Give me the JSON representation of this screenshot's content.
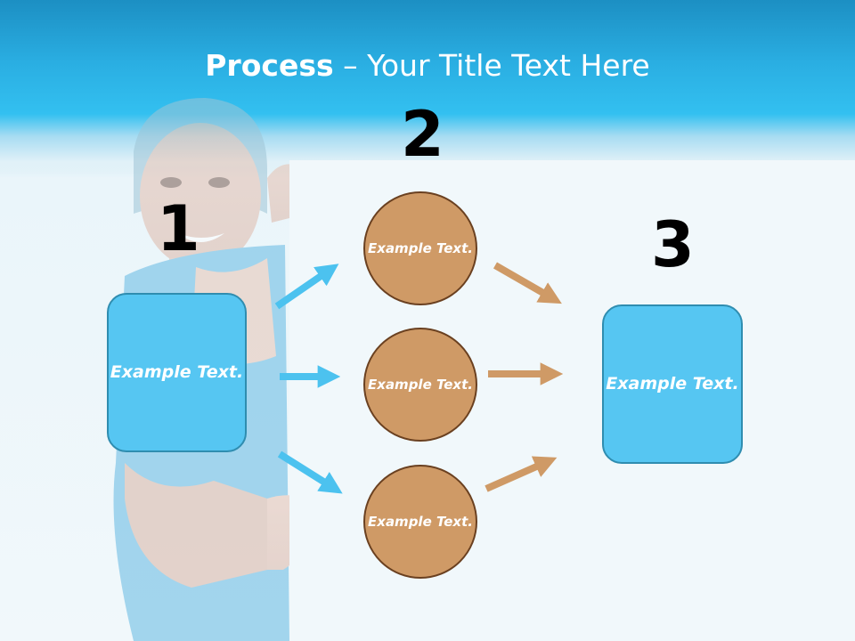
{
  "title": {
    "bold": "Process",
    "dash": " – ",
    "rest": "Your Title Text Here"
  },
  "steps": {
    "one": "1",
    "two": "2",
    "three": "3"
  },
  "start_box": {
    "label": "Example Text."
  },
  "circles": [
    {
      "label": "Example Text."
    },
    {
      "label": "Example Text."
    },
    {
      "label": "Example Text."
    }
  ],
  "end_box": {
    "label": "Example Text."
  },
  "colors": {
    "blue": "#56c6f2",
    "brown": "#cf9a66",
    "header": "#2aaee2"
  }
}
